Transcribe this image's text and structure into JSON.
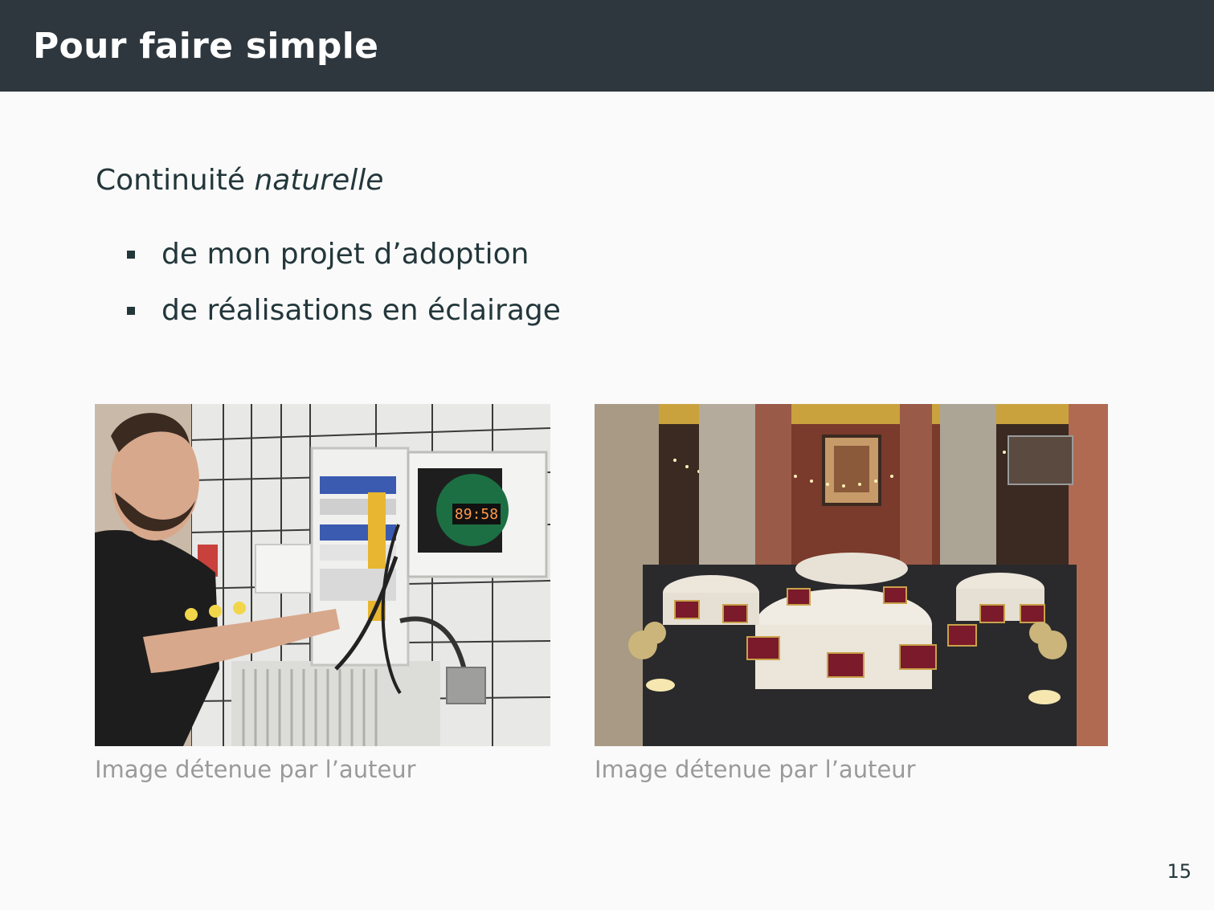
{
  "slide": {
    "title": "Pour faire simple",
    "intro_prefix": "Continuité",
    "intro_emphasis": "naturelle",
    "bullets": [
      "de mon projet d’adoption",
      "de réalisations en éclairage"
    ],
    "figures": [
      {
        "caption": "Image détenue par l’auteur",
        "display_text": "89:58"
      },
      {
        "caption": "Image détenue par l’auteur"
      }
    ],
    "page_number": "15"
  }
}
